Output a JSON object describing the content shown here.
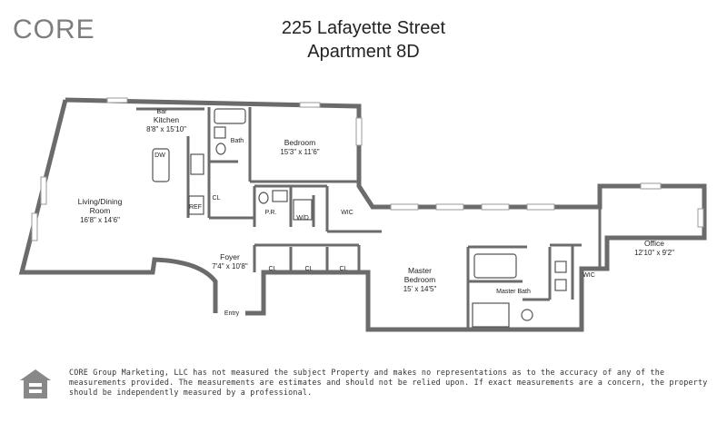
{
  "brand": {
    "logo_text": "CORE"
  },
  "header": {
    "address_line1": "225 Lafayette Street",
    "address_line2": "Apartment 8D"
  },
  "rooms": {
    "kitchen": {
      "name": "Kitchen",
      "dims": "8'8\" x 15'10\""
    },
    "bar": {
      "name": "Bar"
    },
    "living": {
      "name1": "Living/Dining",
      "name2": "Room",
      "dims": "16'8\" x 14'6\""
    },
    "bath": {
      "name": "Bath"
    },
    "bedroom": {
      "name": "Bedroom",
      "dims": "15'3\" x 11'6\""
    },
    "foyer": {
      "name": "Foyer",
      "dims": "7'4\" x 10'8\""
    },
    "master_bedroom": {
      "name1": "Master",
      "name2": "Bedroom",
      "dims": "15' x 14'5\""
    },
    "master_bath": {
      "name": "Master Bath"
    },
    "office": {
      "name": "Office",
      "dims": "12'10\" x 9'2\""
    }
  },
  "labels": {
    "dw": "DW",
    "ref": "REF",
    "cl": "CL",
    "pr": "P.R.",
    "wd": "W/D",
    "wic": "WIC",
    "entry": "Entry"
  },
  "footer": {
    "disclaimer": "CORE Group Marketing, LLC has not measured the subject Property and makes no representations as to the accuracy of any of the measurements provided. The measurements are estimates and should not be relied upon. If exact measurements are a concern, the property should be independently measured by a professional."
  },
  "colors": {
    "wall": "#8a8a8a",
    "wall_stroke": "#555555",
    "logo": "#7d7d7d",
    "text": "#222222"
  }
}
